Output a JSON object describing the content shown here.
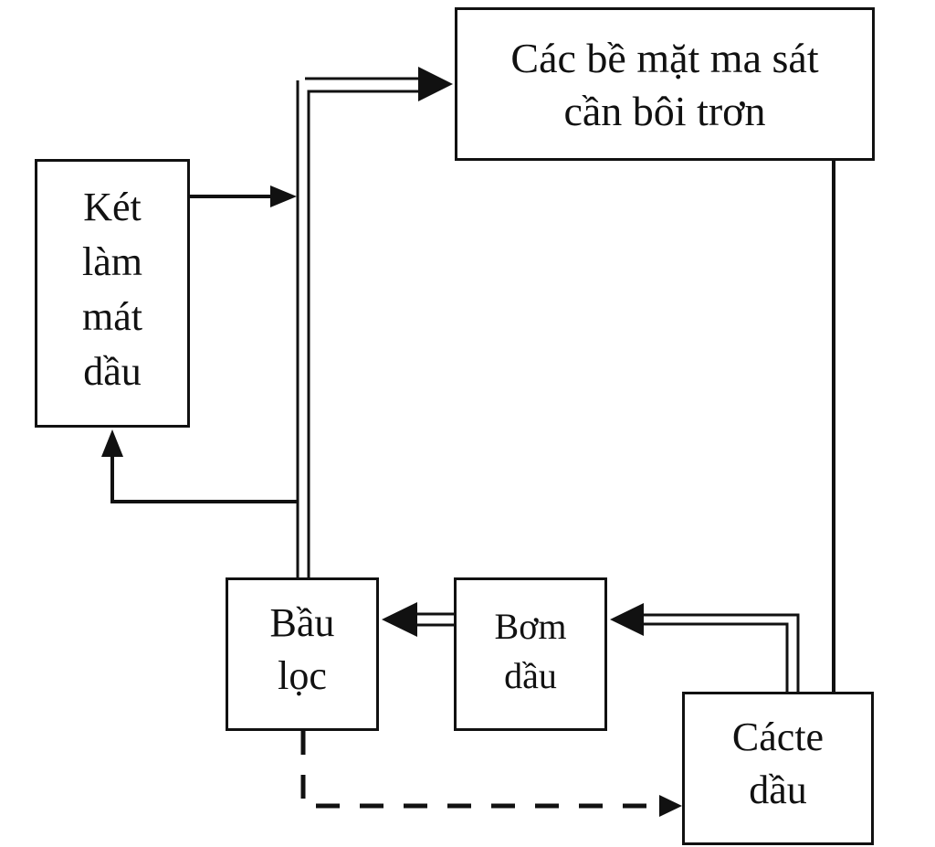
{
  "diagram": {
    "language": "vi",
    "type": "flow",
    "nodes": [
      {
        "id": "surfaces",
        "lines": [
          "Các bề mặt ma sát",
          "cần bôi trơn"
        ]
      },
      {
        "id": "cooler",
        "lines": [
          "Két",
          "làm",
          "mát",
          "dầu"
        ]
      },
      {
        "id": "filter",
        "lines": [
          "Bầu",
          "lọc"
        ]
      },
      {
        "id": "pump",
        "lines": [
          "Bơm",
          "dầu"
        ]
      },
      {
        "id": "sump",
        "lines": [
          "Cácte",
          "dầu"
        ]
      }
    ],
    "edges": [
      {
        "from": "sump",
        "to": "pump",
        "style": "double"
      },
      {
        "from": "pump",
        "to": "filter",
        "style": "double"
      },
      {
        "from": "filter",
        "to": "surfaces",
        "style": "double"
      },
      {
        "from": "filter",
        "to": "cooler",
        "style": "solid"
      },
      {
        "from": "cooler",
        "to": "surfaces",
        "style": "solid"
      },
      {
        "from": "surfaces",
        "to": "sump",
        "style": "solid"
      },
      {
        "from": "filter",
        "to": "sump",
        "style": "dashed"
      }
    ],
    "colors": {
      "line": "#111111",
      "background": "#ffffff"
    }
  }
}
